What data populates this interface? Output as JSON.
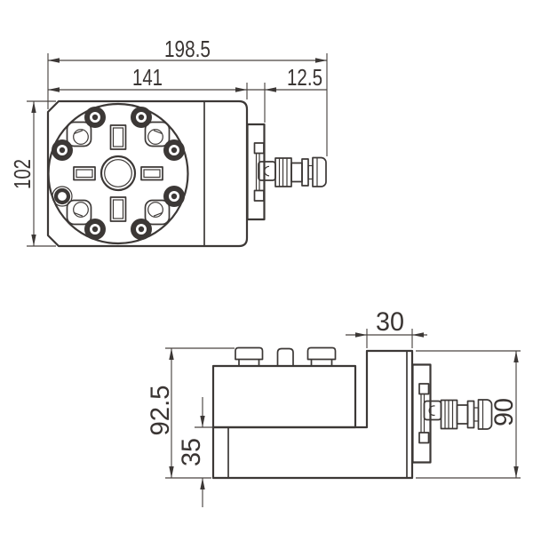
{
  "drawing": {
    "type": "engineering-2-view-dimensioned-drawing",
    "background": "#ffffff",
    "line_color": "#3c3836",
    "dim_line_color": "#4a4441"
  },
  "front_view": {
    "name": "front view - faceplate with flange, bolts and quick-connect stud",
    "dims": {
      "overall_width": "198.5",
      "plate_width": "141",
      "bracket_depth": "12.5",
      "plate_height": "102"
    }
  },
  "side_view": {
    "name": "side view - body on base plate with riser block and quick-connect stud",
    "dims": {
      "block_width": "30",
      "overall_height": "92.5",
      "base_height": "35",
      "block_height": "90"
    }
  }
}
